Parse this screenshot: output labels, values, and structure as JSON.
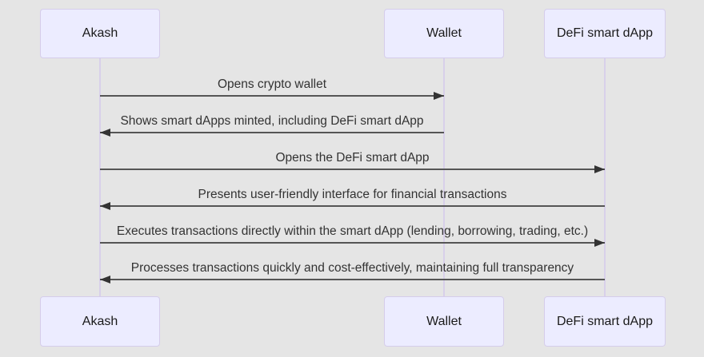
{
  "diagram": {
    "type": "sequence-diagram",
    "colors": {
      "bg": "#e5e5e5",
      "actor_fill": "#ececff",
      "actor_border": "#d5cdeb",
      "lifeline": "#d8d0ea",
      "arrow_line": "#555555",
      "arrow_head": "#333333",
      "message_text": "#333333",
      "actor_text": "#1a1a1a"
    },
    "actors": [
      {
        "label": "Akash"
      },
      {
        "label": "Wallet"
      },
      {
        "label": "DeFi smart dApp"
      }
    ],
    "messages": [
      {
        "text": "Opens crypto wallet",
        "from": "Akash",
        "to": "Wallet",
        "direction": "right"
      },
      {
        "text": "Shows smart dApps minted, including DeFi smart dApp",
        "from": "Wallet",
        "to": "Akash",
        "direction": "left"
      },
      {
        "text": "Opens the DeFi smart dApp",
        "from": "Akash",
        "to": "DeFi smart dApp",
        "direction": "right"
      },
      {
        "text": "Presents user-friendly interface for financial transactions",
        "from": "DeFi smart dApp",
        "to": "Akash",
        "direction": "left"
      },
      {
        "text": "Executes transactions directly within the smart dApp (lending, borrowing, trading, etc.)",
        "from": "Akash",
        "to": "DeFi smart dApp",
        "direction": "right"
      },
      {
        "text": "Processes transactions quickly and cost-effectively, maintaining full transparency",
        "from": "DeFi smart dApp",
        "to": "Akash",
        "direction": "left"
      }
    ]
  }
}
